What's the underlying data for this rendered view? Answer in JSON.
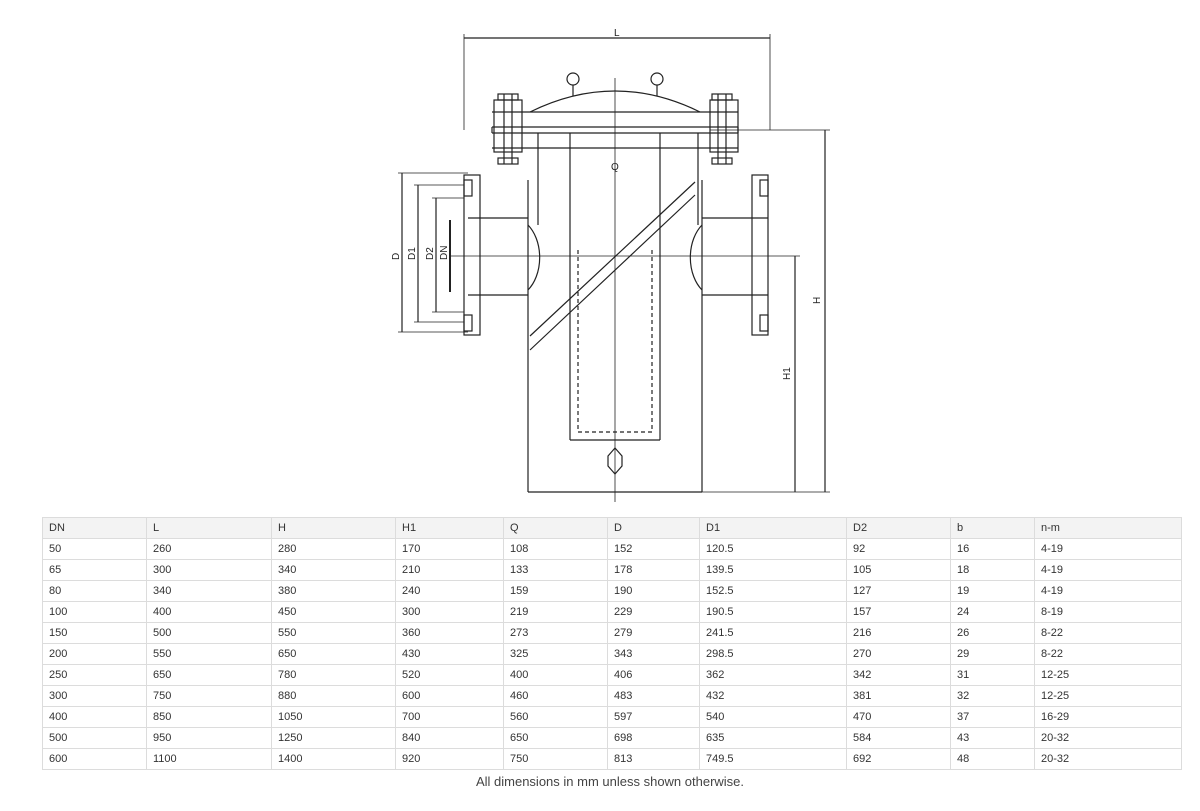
{
  "drawing": {
    "labels": {
      "L": "L",
      "H": "H",
      "H1": "H1",
      "Q": "Q",
      "D": "D",
      "D1": "D1",
      "D2": "D2",
      "DN": "DN"
    }
  },
  "table": {
    "headers": [
      "DN",
      "L",
      "H",
      "H1",
      "Q",
      "D",
      "D1",
      "D2",
      "b",
      "n-m"
    ],
    "rows": [
      [
        "50",
        "260",
        "280",
        "170",
        "108",
        "152",
        "120.5",
        "92",
        "16",
        "4-19"
      ],
      [
        "65",
        "300",
        "340",
        "210",
        "133",
        "178",
        "139.5",
        "105",
        "18",
        "4-19"
      ],
      [
        "80",
        "340",
        "380",
        "240",
        "159",
        "190",
        "152.5",
        "127",
        "19",
        "4-19"
      ],
      [
        "100",
        "400",
        "450",
        "300",
        "219",
        "229",
        "190.5",
        "157",
        "24",
        "8-19"
      ],
      [
        "150",
        "500",
        "550",
        "360",
        "273",
        "279",
        "241.5",
        "216",
        "26",
        "8-22"
      ],
      [
        "200",
        "550",
        "650",
        "430",
        "325",
        "343",
        "298.5",
        "270",
        "29",
        "8-22"
      ],
      [
        "250",
        "650",
        "780",
        "520",
        "400",
        "406",
        "362",
        "342",
        "31",
        "12-25"
      ],
      [
        "300",
        "750",
        "880",
        "600",
        "460",
        "483",
        "432",
        "381",
        "32",
        "12-25"
      ],
      [
        "400",
        "850",
        "1050",
        "700",
        "560",
        "597",
        "540",
        "470",
        "37",
        "16-29"
      ],
      [
        "500",
        "950",
        "1250",
        "840",
        "650",
        "698",
        "635",
        "584",
        "43",
        "20-32"
      ],
      [
        "600",
        "1100",
        "1400",
        "920",
        "750",
        "813",
        "749.5",
        "692",
        "48",
        "20-32"
      ]
    ]
  },
  "note": "All dimensions in mm unless shown otherwise."
}
